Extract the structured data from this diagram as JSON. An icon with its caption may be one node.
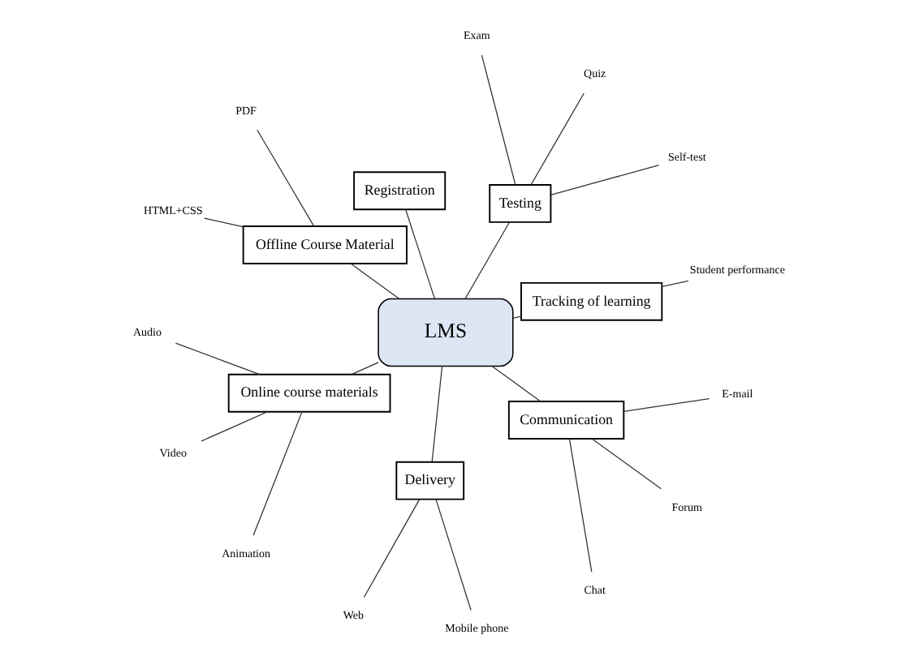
{
  "diagram": {
    "nodes": [
      {
        "text": [
          "LMS"
        ]
      },
      {
        "text": [
          "Tracking of learning"
        ]
      },
      {
        "text": [
          "Student performance"
        ]
      },
      {
        "text": [
          "Testing"
        ]
      },
      {
        "text": [
          "Self-test"
        ]
      },
      {
        "text": [
          "Quiz"
        ]
      },
      {
        "text": [
          "Exam"
        ]
      },
      {
        "text": [
          "Registration"
        ]
      },
      {
        "text": [
          "Offline Course Material"
        ]
      },
      {
        "text": [
          "PDF"
        ]
      },
      {
        "text": [
          "HTML+CSS"
        ]
      },
      {
        "text": [
          "Online course materials"
        ]
      },
      {
        "text": [
          "Audio"
        ]
      },
      {
        "text": [
          "Video"
        ]
      },
      {
        "text": [
          "Animation"
        ]
      },
      {
        "text": [
          "Delivery"
        ]
      },
      {
        "text": [
          "Web"
        ]
      },
      {
        "text": [
          "Mobile phone"
        ]
      },
      {
        "text": [
          "Communication"
        ]
      },
      {
        "text": [
          "Chat"
        ]
      },
      {
        "text": [
          "Forum"
        ]
      },
      {
        "text": [
          "E-mail"
        ]
      }
    ],
    "edges": [
      {
        "from": 0,
        "to": 1,
        "arrow": "none"
      },
      {
        "from": 1,
        "to": 2,
        "arrow": "none"
      },
      {
        "from": 0,
        "to": 3,
        "arrow": "none"
      },
      {
        "from": 3,
        "to": 4,
        "arrow": "none"
      },
      {
        "from": 3,
        "to": 5,
        "arrow": "none"
      },
      {
        "from": 3,
        "to": 6,
        "arrow": "none"
      },
      {
        "from": 0,
        "to": 7,
        "arrow": "none"
      },
      {
        "from": 0,
        "to": 8,
        "arrow": "none"
      },
      {
        "from": 8,
        "to": 9,
        "arrow": "none"
      },
      {
        "from": 8,
        "to": 10,
        "arrow": "none"
      },
      {
        "from": 0,
        "to": 11,
        "arrow": "none"
      },
      {
        "from": 11,
        "to": 12,
        "arrow": "none"
      },
      {
        "from": 11,
        "to": 13,
        "arrow": "none"
      },
      {
        "from": 11,
        "to": 14,
        "arrow": "none"
      },
      {
        "from": 0,
        "to": 15,
        "arrow": "none"
      },
      {
        "from": 15,
        "to": 16,
        "arrow": "none"
      },
      {
        "from": 15,
        "to": 17,
        "arrow": "none"
      },
      {
        "from": 0,
        "to": 18,
        "arrow": "none"
      },
      {
        "from": 18,
        "to": 19,
        "arrow": "none"
      },
      {
        "from": 18,
        "to": 20,
        "arrow": "none"
      },
      {
        "from": 18,
        "to": 21,
        "arrow": "none"
      }
    ]
  }
}
